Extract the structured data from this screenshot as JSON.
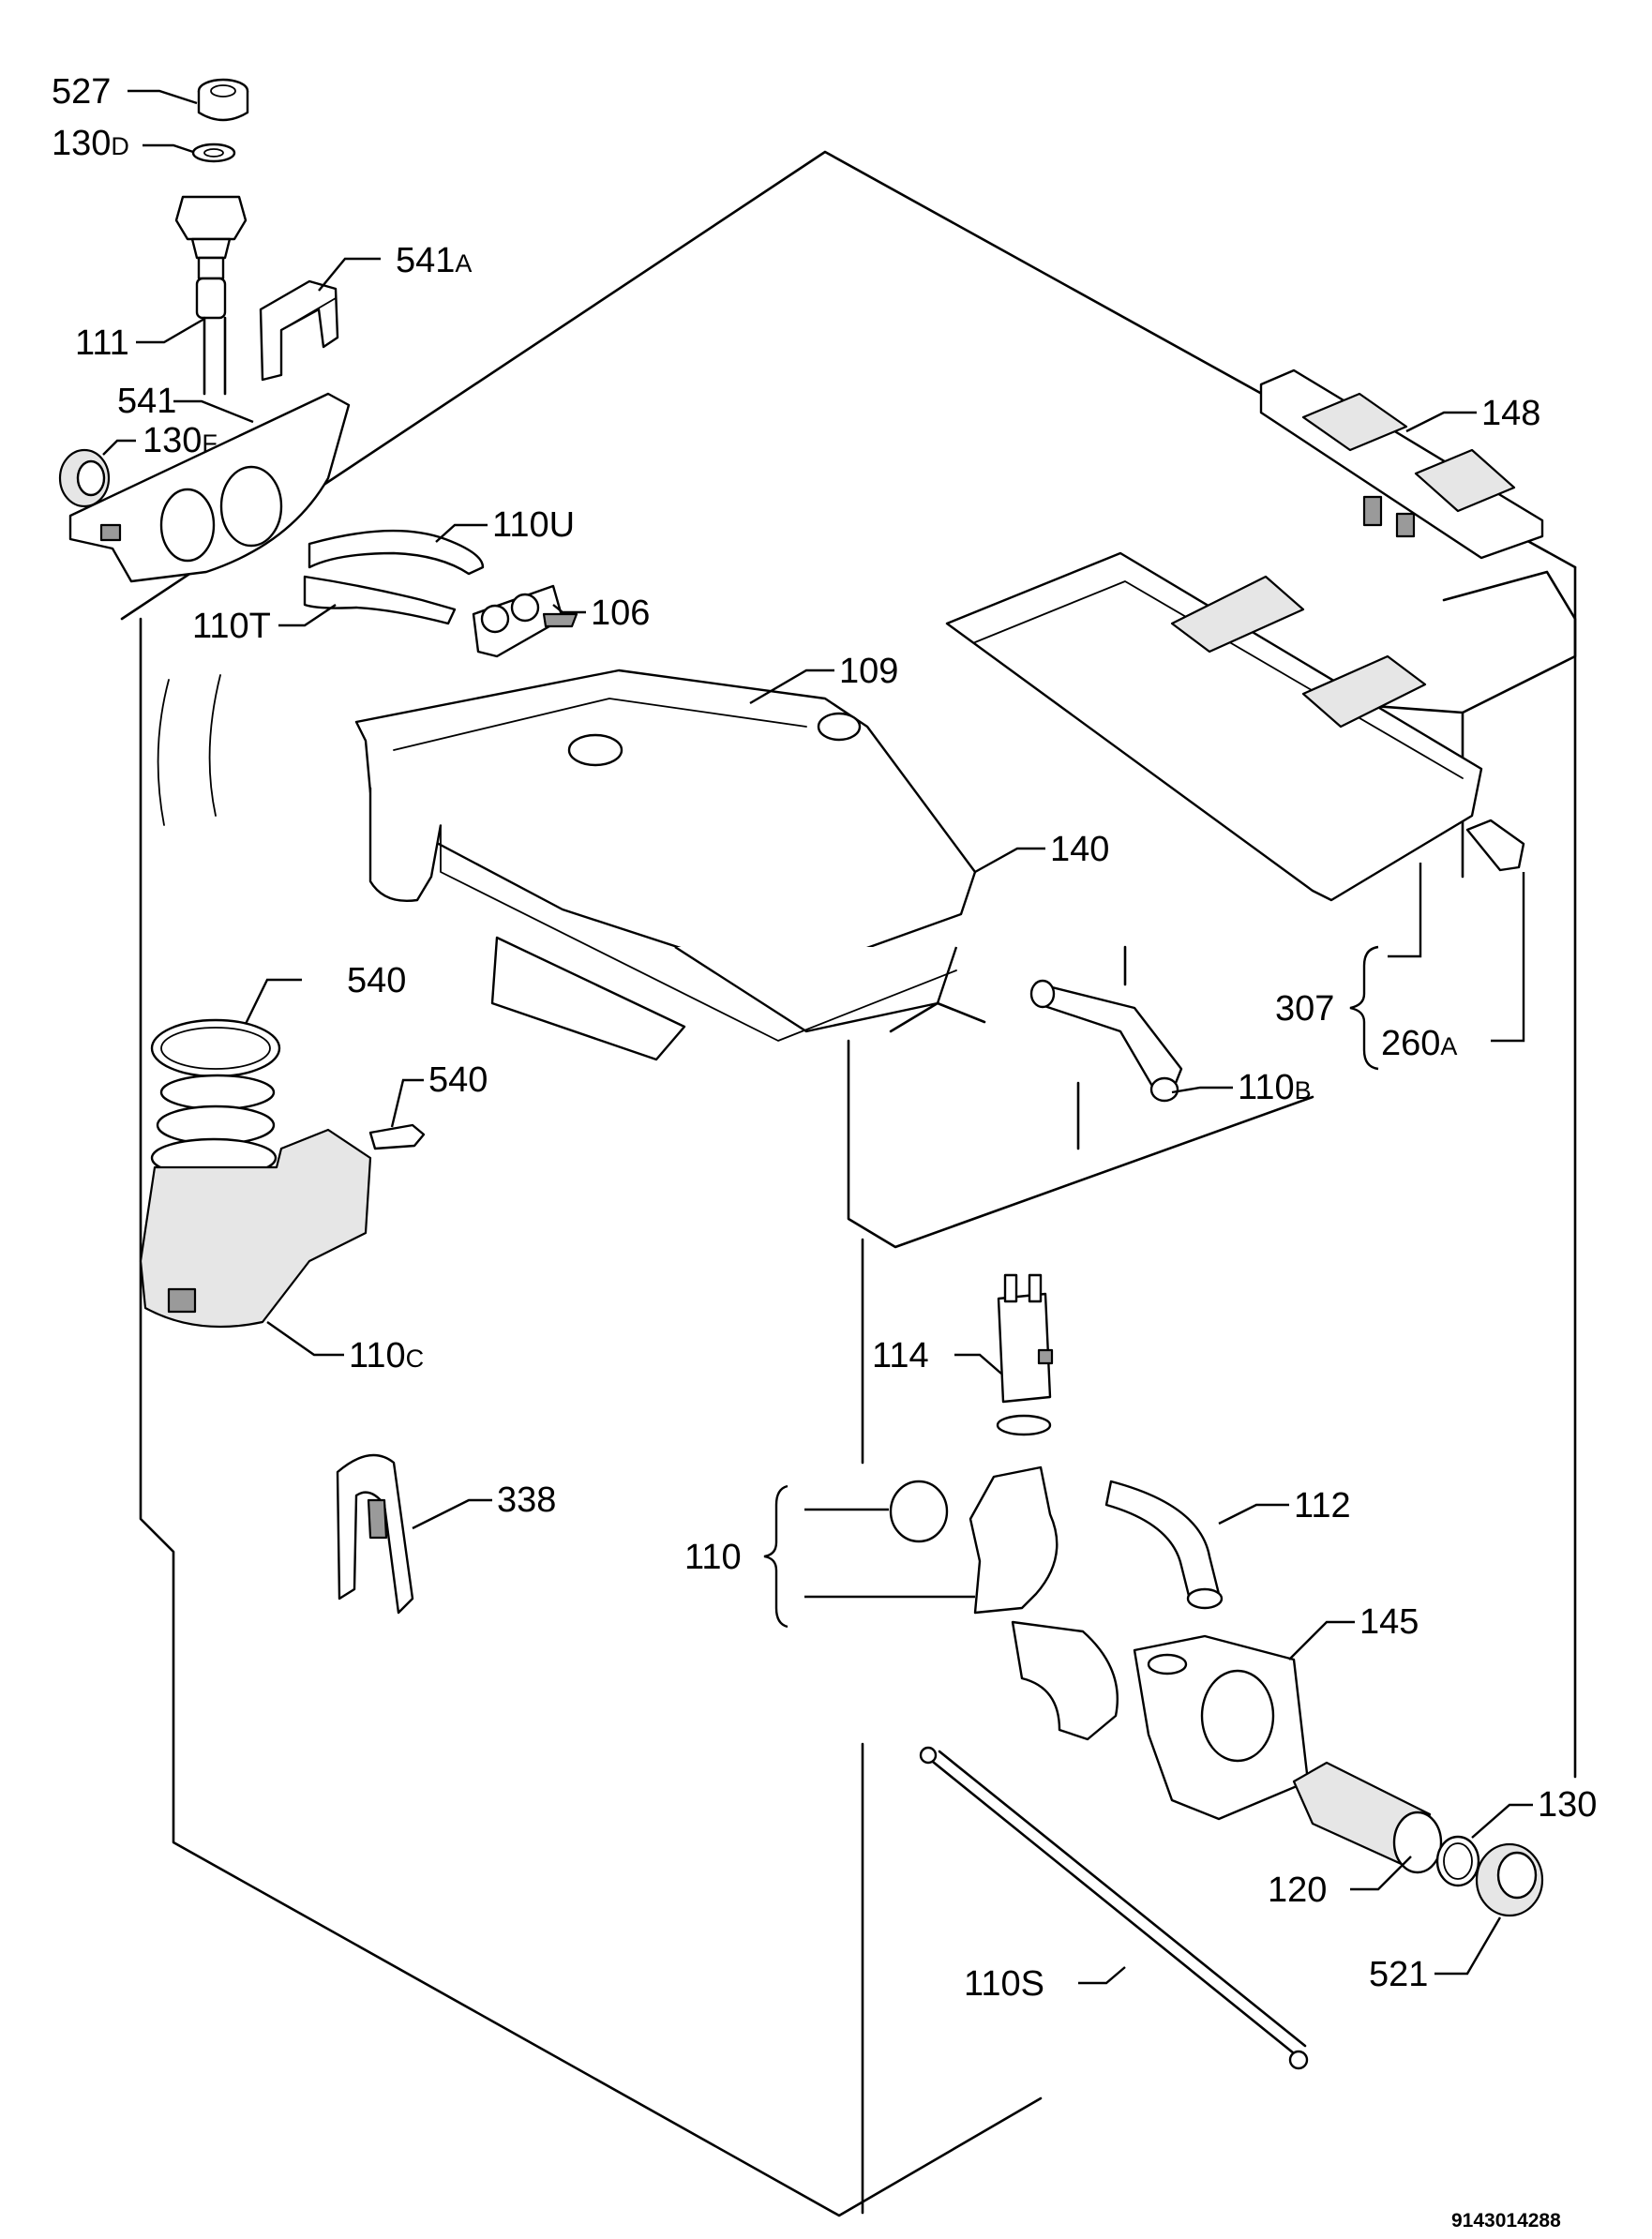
{
  "labels": {
    "l527": "527",
    "l130d_main": "130",
    "l130d_sub": "D",
    "l541a_main": "541",
    "l541a_sub": "A",
    "l111": "111",
    "l541": "541",
    "l130f_main": "130",
    "l130f_sub": "F",
    "l110u": "110U",
    "l110t": "110T",
    "l106": "106",
    "l109": "109",
    "l148": "148",
    "l140": "140",
    "l540a": "540",
    "l540b": "540",
    "l307": "307",
    "l260a_main": "260",
    "l260a_sub": "A",
    "l110b_main": "110",
    "l110b_sub": "B",
    "l110c_main": "110",
    "l110c_sub": "C",
    "l114": "114",
    "l338": "338",
    "l112": "112",
    "l110": "110",
    "l145": "145",
    "l130": "130",
    "l120": "120",
    "l110s": "110S",
    "l521": "521"
  },
  "document_number": "9143014288"
}
